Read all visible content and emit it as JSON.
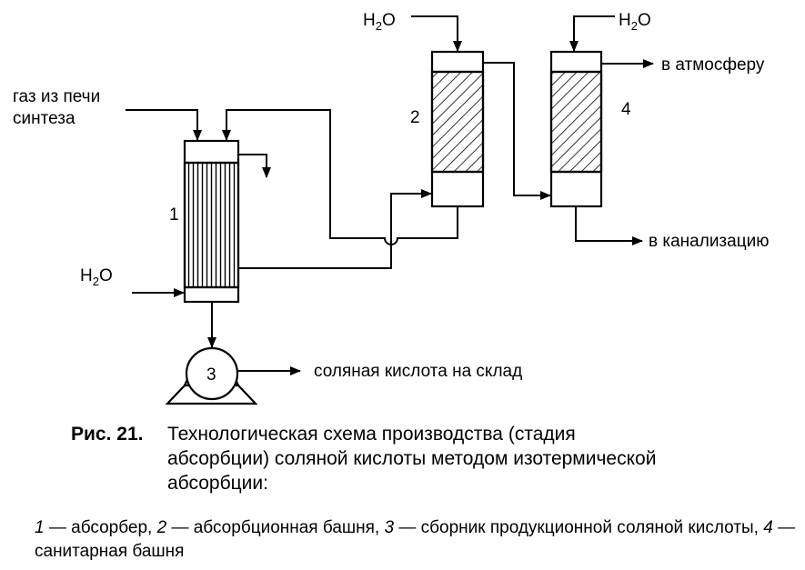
{
  "labels": {
    "h2o": "H",
    "h2o_sub": "2",
    "h2o_tail": "O",
    "gas_line1": "газ из печи",
    "gas_line2": "синтеза",
    "to_atmosphere": "в атмосферу",
    "to_sewer": "в канализацию",
    "hcl_to_storage": "соляная кислота на склад"
  },
  "units": {
    "u1": "1",
    "u2": "2",
    "u3": "3",
    "u4": "4"
  },
  "caption": {
    "fig_label": "Рис. 21.",
    "title": "Технологическая схема производства (стадия\nабсорбции) соляной кислоты методом изотермической\nабсорбции:"
  },
  "legend": [
    {
      "num": "1",
      "text": " — абсорбер, "
    },
    {
      "num": "2",
      "text": " — абсорбционная башня, "
    },
    {
      "num": "3",
      "text": " — сборник продукционной соляной кислоты, "
    },
    {
      "num": "4",
      "text": " — санитарная башня"
    }
  ]
}
